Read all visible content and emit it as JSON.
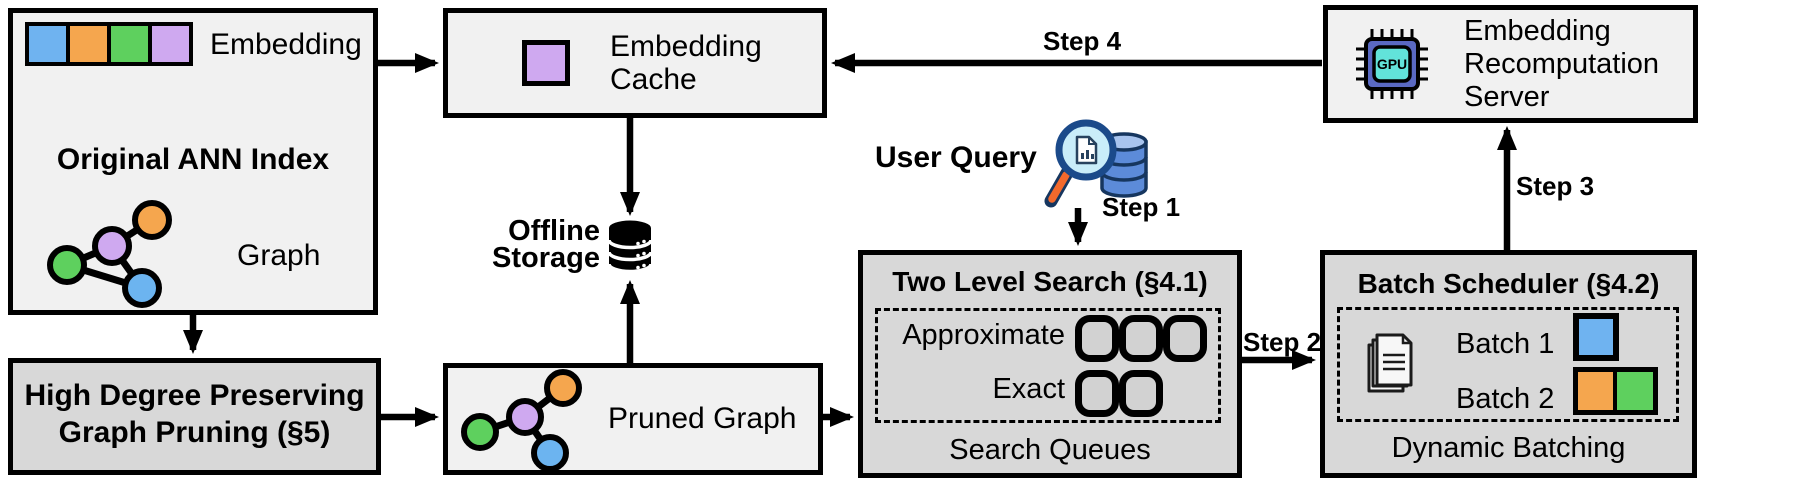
{
  "colors": {
    "embedding": [
      "#6fb3f0",
      "#f5a64e",
      "#5ed05e",
      "#cfa9f0"
    ],
    "cache_square": "#cfa9f0",
    "batch1": [
      "#6fb3f0"
    ],
    "batch2": [
      "#f5a64e",
      "#5ed05e"
    ],
    "box_light": "#f1f1f1",
    "box_dark": "#d8d8d8",
    "graph_nodes": {
      "orange": "#f5a64e",
      "purple": "#cfa9f0",
      "green": "#5ed05e",
      "blue": "#6cb4f0"
    }
  },
  "ann_index": {
    "embedding_label": "Embedding",
    "title": "Original ANN Index",
    "graph_label": "Graph"
  },
  "pruning": {
    "line1": "High Degree Preserving",
    "line2": "Graph Pruning (§5)"
  },
  "embedding_cache": {
    "line1": "Embedding",
    "line2": "Cache"
  },
  "offline_storage": {
    "line1": "Offline",
    "line2": "Storage"
  },
  "pruned_graph": {
    "label": "Pruned Graph"
  },
  "user_query": {
    "label": "User Query"
  },
  "steps": {
    "s1": "Step 1",
    "s2": "Step 2",
    "s3": "Step 3",
    "s4": "Step 4"
  },
  "two_level_search": {
    "title": "Two Level Search (§4.1)",
    "approximate": "Approximate",
    "exact": "Exact",
    "caption": "Search Queues",
    "approx_queue_count": 3,
    "exact_queue_count": 2
  },
  "batch_scheduler": {
    "title": "Batch Scheduler (§4.2)",
    "batch1": "Batch 1",
    "batch2": "Batch 2",
    "caption": "Dynamic Batching"
  },
  "recomputation_server": {
    "line1": "Embedding",
    "line2": "Recomputation",
    "line3": "Server",
    "chip_label": "GPU"
  }
}
